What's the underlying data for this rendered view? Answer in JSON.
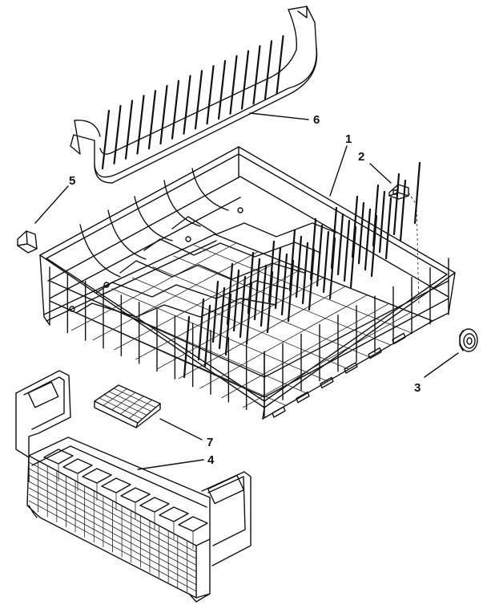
{
  "callouts": [
    {
      "id": "1",
      "text": "1"
    },
    {
      "id": "2",
      "text": "2"
    },
    {
      "id": "3",
      "text": "3"
    },
    {
      "id": "4",
      "text": "4"
    },
    {
      "id": "5",
      "text": "5"
    },
    {
      "id": "6",
      "text": "6"
    },
    {
      "id": "7",
      "text": "7"
    }
  ],
  "parts": [
    {
      "callout": "1",
      "part": "lower-dishrack"
    },
    {
      "callout": "2",
      "part": "rack-clip"
    },
    {
      "callout": "3",
      "part": "rack-roller-wheel"
    },
    {
      "callout": "4",
      "part": "silverware-basket"
    },
    {
      "callout": "5",
      "part": "rack-bumper-clip"
    },
    {
      "callout": "6",
      "part": "tine-row-insert"
    },
    {
      "callout": "7",
      "part": "basket-small-item-cover"
    }
  ],
  "colors": {
    "line": "#111111",
    "background": "#ffffff"
  }
}
